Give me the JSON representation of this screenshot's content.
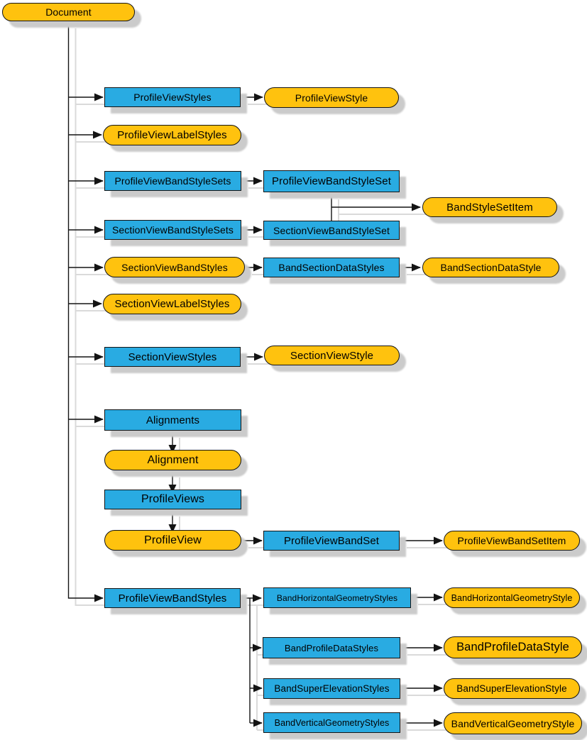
{
  "diagram": {
    "colors": {
      "collection_fill": "#29ABE2",
      "object_fill": "#FFC20E",
      "border": "#141414",
      "shadow": "#CBCBCB",
      "background": "#FFFFFF"
    },
    "nodes": {
      "document": {
        "label": "Document",
        "shape": "pill"
      },
      "profileViewStyles": {
        "label": "ProfileViewStyles",
        "shape": "rect"
      },
      "profileViewStyle": {
        "label": "ProfileViewStyle",
        "shape": "pill"
      },
      "profileViewLabelStyles": {
        "label": "ProfileViewLabelStyles",
        "shape": "pill"
      },
      "profileViewBandStyleSets": {
        "label": "ProfileViewBandStyleSets",
        "shape": "rect"
      },
      "profileViewBandStyleSet": {
        "label": "ProfileViewBandStyleSet",
        "shape": "rect"
      },
      "bandStyleSetItem": {
        "label": "BandStyleSetItem",
        "shape": "pill"
      },
      "sectionViewBandStyleSets": {
        "label": "SectionViewBandStyleSets",
        "shape": "rect"
      },
      "sectionViewBandStyleSet": {
        "label": "SectionViewBandStyleSet",
        "shape": "rect"
      },
      "sectionViewBandStyles": {
        "label": "SectionViewBandStyles",
        "shape": "pill"
      },
      "bandSectionDataStyles": {
        "label": "BandSectionDataStyles",
        "shape": "rect"
      },
      "bandSectionDataStyle": {
        "label": "BandSectionDataStyle",
        "shape": "pill"
      },
      "sectionViewLabelStyles": {
        "label": "SectionViewLabelStyles",
        "shape": "pill"
      },
      "sectionViewStyles": {
        "label": "SectionViewStyles",
        "shape": "rect"
      },
      "sectionViewStyle": {
        "label": "SectionViewStyle",
        "shape": "pill"
      },
      "alignments": {
        "label": "Alignments",
        "shape": "rect"
      },
      "alignment": {
        "label": "Alignment",
        "shape": "pill"
      },
      "profileViews": {
        "label": "ProfileViews",
        "shape": "rect"
      },
      "profileView": {
        "label": "ProfileView",
        "shape": "pill"
      },
      "profileViewBandSet": {
        "label": "ProfileViewBandSet",
        "shape": "rect"
      },
      "profileViewBandSetItem": {
        "label": "ProfileViewBandSetItem",
        "shape": "pill"
      },
      "profileViewBandStyles": {
        "label": "ProfileViewBandStyles",
        "shape": "rect"
      },
      "bandHorizontalGeometryStyles": {
        "label": "BandHorizontalGeometryStyles",
        "shape": "rect"
      },
      "bandHorizontalGeometryStyle": {
        "label": "BandHorizontalGeometryStyle",
        "shape": "pill"
      },
      "bandProfileDataStyles": {
        "label": "BandProfileDataStyles",
        "shape": "rect"
      },
      "bandProfileDataStyle": {
        "label": "BandProfileDataStyle",
        "shape": "pill"
      },
      "bandSuperElevationStyles": {
        "label": "BandSuperElevationStyles",
        "shape": "rect"
      },
      "bandSuperElevationStyle": {
        "label": "BandSuperElevationStyle",
        "shape": "pill"
      },
      "bandVerticalGeometryStyles": {
        "label": "BandVerticalGeometryStyles",
        "shape": "rect"
      },
      "bandVerticalGeometryStyle": {
        "label": "BandVerticalGeometryStyle",
        "shape": "pill"
      }
    },
    "edges": [
      [
        "document",
        "profileViewStyles"
      ],
      [
        "document",
        "profileViewLabelStyles"
      ],
      [
        "document",
        "profileViewBandStyleSets"
      ],
      [
        "document",
        "sectionViewBandStyleSets"
      ],
      [
        "document",
        "sectionViewBandStyles"
      ],
      [
        "document",
        "sectionViewLabelStyles"
      ],
      [
        "document",
        "sectionViewStyles"
      ],
      [
        "document",
        "alignments"
      ],
      [
        "document",
        "profileViewBandStyles"
      ],
      [
        "profileViewStyles",
        "profileViewStyle"
      ],
      [
        "profileViewBandStyleSets",
        "profileViewBandStyleSet"
      ],
      [
        "profileViewBandStyleSet",
        "bandStyleSetItem"
      ],
      [
        "sectionViewBandStyleSet",
        "bandStyleSetItem"
      ],
      [
        "sectionViewBandStyleSets",
        "sectionViewBandStyleSet"
      ],
      [
        "sectionViewBandStyles",
        "bandSectionDataStyles"
      ],
      [
        "bandSectionDataStyles",
        "bandSectionDataStyle"
      ],
      [
        "sectionViewStyles",
        "sectionViewStyle"
      ],
      [
        "alignments",
        "alignment"
      ],
      [
        "alignment",
        "profileViews"
      ],
      [
        "profileViews",
        "profileView"
      ],
      [
        "profileView",
        "profileViewBandSet"
      ],
      [
        "profileViewBandSet",
        "profileViewBandSetItem"
      ],
      [
        "profileViewBandStyles",
        "bandHorizontalGeometryStyles"
      ],
      [
        "profileViewBandStyles",
        "bandProfileDataStyles"
      ],
      [
        "profileViewBandStyles",
        "bandSuperElevationStyles"
      ],
      [
        "profileViewBandStyles",
        "bandVerticalGeometryStyles"
      ],
      [
        "bandHorizontalGeometryStyles",
        "bandHorizontalGeometryStyle"
      ],
      [
        "bandProfileDataStyles",
        "bandProfileDataStyle"
      ],
      [
        "bandSuperElevationStyles",
        "bandSuperElevationStyle"
      ],
      [
        "bandVerticalGeometryStyles",
        "bandVerticalGeometryStyle"
      ]
    ]
  }
}
